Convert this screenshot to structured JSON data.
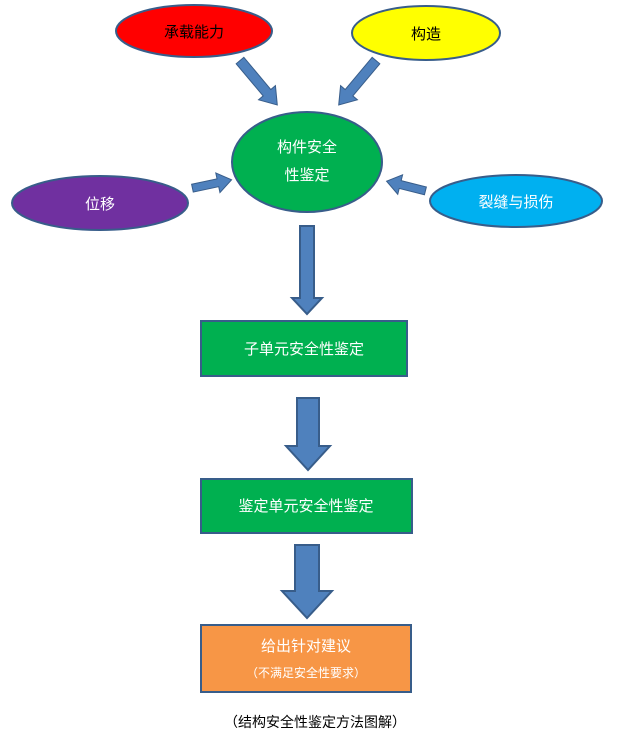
{
  "nodes": {
    "capacity": "承载能力",
    "construction": "构造",
    "displacement": "位移",
    "cracks": "裂缝与损伤",
    "member_line1": "构件安全",
    "member_line2": "性鉴定",
    "sub_unit": "子单元安全性鉴定",
    "appraisal_unit": "鉴定单元安全性鉴定",
    "advice_line1": "给出针对建议",
    "advice_line2": "（不满足安全性要求）"
  },
  "caption": "（结构安全性鉴定方法图解）",
  "colors": {
    "red": "#ff0000",
    "yellow": "#ffff00",
    "purple": "#7030a0",
    "light_blue": "#00b0f0",
    "green": "#00b050",
    "orange": "#f79646",
    "arrow_blue": "#4f81bd",
    "outline": "#385d8a"
  }
}
